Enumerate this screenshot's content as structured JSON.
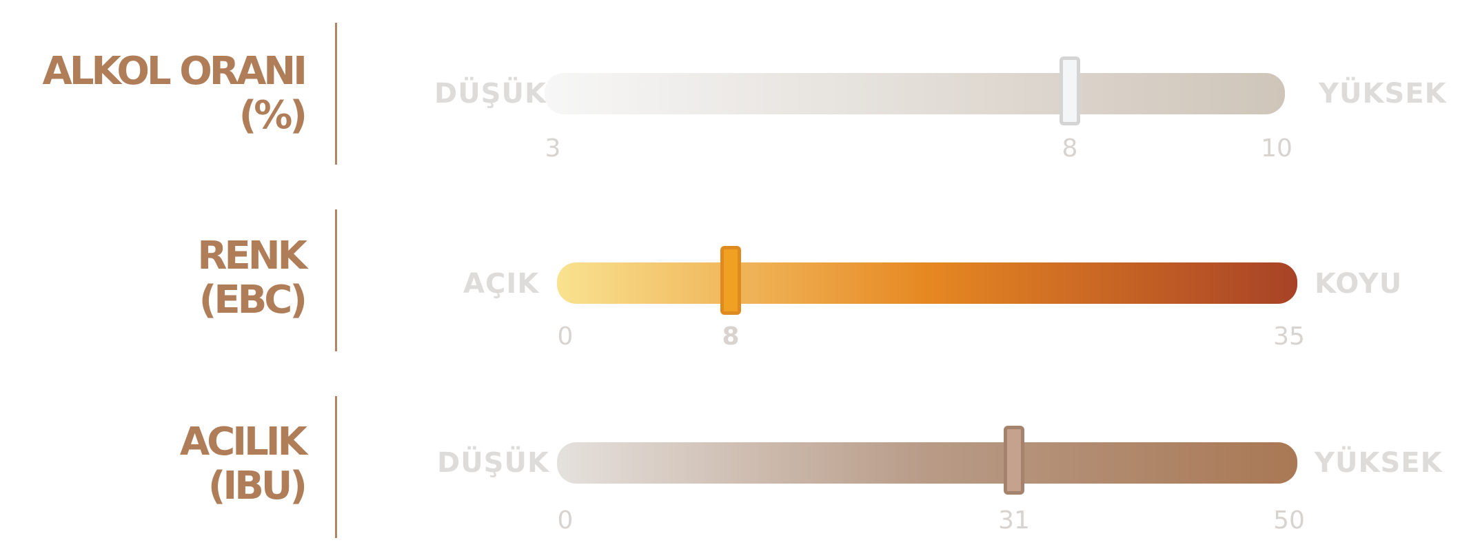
{
  "rows": [
    {
      "title_line1": "ALKOL ORANI",
      "title_line2": "(%)",
      "low_label": "DÜŞÜK",
      "high_label": "YÜKSEK",
      "min": 3,
      "max": 10,
      "value": 8,
      "ticks": [
        "3",
        "8",
        "10"
      ],
      "gradient": [
        "#f7f7f7",
        "#cfc5b9"
      ],
      "handle_color": "#f3f5f7",
      "handle_border": "#d4d4d4"
    },
    {
      "title_line1": "RENK",
      "title_line2": "(EBC)",
      "low_label": "AÇIK",
      "high_label": "KOYU",
      "min": 0,
      "max": 35,
      "value": 8,
      "ticks": [
        "0",
        "8",
        "35"
      ],
      "gradient": [
        "#f9e290",
        "#e68822",
        "#a84226"
      ],
      "handle_color": "#f0a023",
      "handle_border": "#df8a1e"
    },
    {
      "title_line1": "ACILIK",
      "title_line2": "(IBU)",
      "low_label": "DÜŞÜK",
      "high_label": "YÜKSEK",
      "min": 0,
      "max": 50,
      "value": 31,
      "ticks": [
        "0",
        "31",
        "50"
      ],
      "gradient": [
        "#e5e1dd",
        "#b89b87",
        "#a97854"
      ],
      "handle_color": "#c5a28d",
      "handle_border": "#a4826c"
    }
  ]
}
